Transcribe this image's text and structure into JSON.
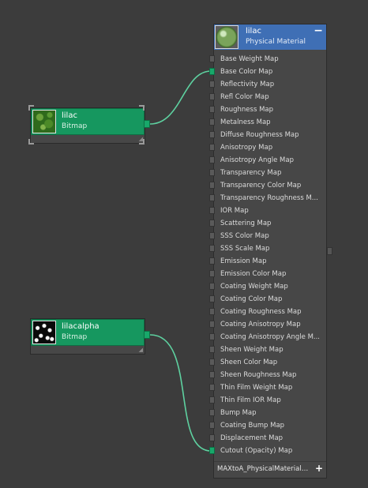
{
  "nodes": {
    "bitmap_lilac": {
      "name": "lilac",
      "type": "Bitmap",
      "thumbnail": "leaf-texture-thumbnail",
      "selected": true
    },
    "bitmap_lilacalpha": {
      "name": "lilacalpha",
      "type": "Bitmap",
      "thumbnail": "alpha-mask-thumbnail"
    },
    "material": {
      "name": "lilac",
      "type": "Physical Material",
      "collapse_icon": "minus-icon",
      "footer_label": "MAXtoA_PhysicalMaterial_...",
      "footer_add_icon": "plus-icon",
      "slots": [
        {
          "label": "Base Weight Map",
          "connected": false
        },
        {
          "label": "Base Color Map",
          "connected": true
        },
        {
          "label": "Reflectivity Map",
          "connected": false
        },
        {
          "label": "Refl Color Map",
          "connected": false
        },
        {
          "label": "Roughness Map",
          "connected": false
        },
        {
          "label": "Metalness Map",
          "connected": false
        },
        {
          "label": "Diffuse Roughness Map",
          "connected": false
        },
        {
          "label": "Anisotropy Map",
          "connected": false
        },
        {
          "label": "Anisotropy Angle Map",
          "connected": false
        },
        {
          "label": "Transparency Map",
          "connected": false
        },
        {
          "label": "Transparency Color Map",
          "connected": false
        },
        {
          "label": "Transparency Roughness M...",
          "connected": false
        },
        {
          "label": "IOR Map",
          "connected": false
        },
        {
          "label": "Scattering Map",
          "connected": false
        },
        {
          "label": "SSS Color Map",
          "connected": false
        },
        {
          "label": "SSS Scale Map",
          "connected": false
        },
        {
          "label": "Emission Map",
          "connected": false
        },
        {
          "label": "Emission Color Map",
          "connected": false
        },
        {
          "label": "Coating Weight Map",
          "connected": false
        },
        {
          "label": "Coating Color Map",
          "connected": false
        },
        {
          "label": "Coating Roughness Map",
          "connected": false
        },
        {
          "label": "Coating Anisotropy Map",
          "connected": false
        },
        {
          "label": "Coating Anisotropy Angle M...",
          "connected": false
        },
        {
          "label": "Sheen Weight Map",
          "connected": false
        },
        {
          "label": "Sheen Color Map",
          "connected": false
        },
        {
          "label": "Sheen Roughness Map",
          "connected": false
        },
        {
          "label": "Thin Film Weight Map",
          "connected": false
        },
        {
          "label": "Thin Film IOR Map",
          "connected": false
        },
        {
          "label": "Bump Map",
          "connected": false
        },
        {
          "label": "Coating Bump Map",
          "connected": false
        },
        {
          "label": "Displacement Map",
          "connected": false
        },
        {
          "label": "Cutout (Opacity) Map",
          "connected": true
        }
      ]
    }
  },
  "connections": [
    {
      "from": "bitmap_lilac",
      "to_slot": "Base Color Map"
    },
    {
      "from": "bitmap_lilacalpha",
      "to_slot": "Cutout (Opacity) Map"
    }
  ],
  "colors": {
    "background": "#3c3c3c",
    "bitmap_header": "#16975f",
    "material_header": "#3f6fb5",
    "wire": "#5ed1a0",
    "node_body": "#474747"
  }
}
